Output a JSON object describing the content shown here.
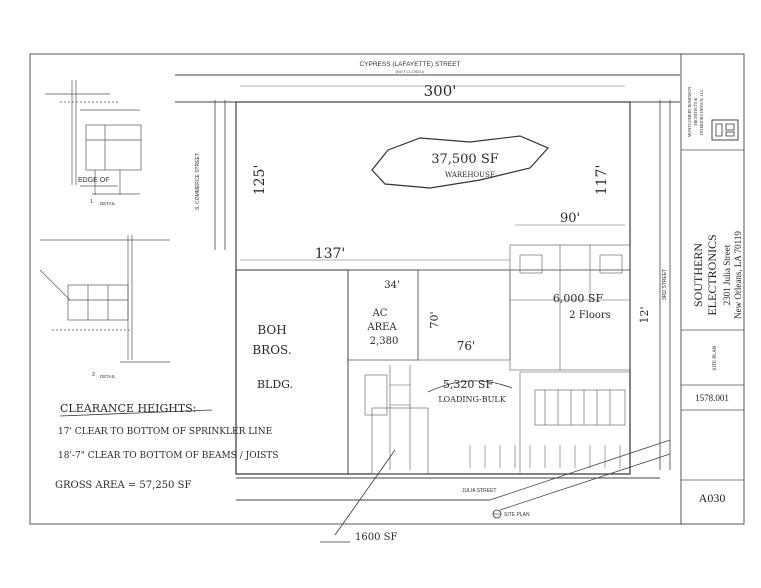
{
  "streets": {
    "north": "CYPRESS (LAFAYETTE) STREET",
    "north_note": "(NOT CLOSED)",
    "west": "S. COMMERCE STREET",
    "south": "JULIA STREET",
    "east": "3RD STREET"
  },
  "dimensions": {
    "north_frontage": "300'",
    "west_depth": "125'",
    "east_depth": "117'",
    "inner_length": "137'",
    "inner_width": "90'",
    "dim_34": "34'",
    "dim_70": "70'",
    "dim_76": "76'",
    "dim_12": "12'"
  },
  "areas": {
    "warehouse_sf": "37,500 SF",
    "warehouse_label": "WAREHOUSE",
    "boh_line1": "BOH",
    "boh_line2": "BROS.",
    "boh_line3": "BLDG.",
    "ac_line1": "AC",
    "ac_line2": "AREA",
    "ac_sf": "2,380",
    "office_sf": "6,000 SF",
    "office_label": "2 Floors",
    "loading_sf": "5,320 SF",
    "loading_label": "LOADING-BULK",
    "bottom_sf": "1600 SF"
  },
  "notes": {
    "clearance_title": "CLEARANCE HEIGHTS:",
    "clearance_1": "17' CLEAR TO BOTTOM OF SPRINKLER LINE",
    "clearance_2": "18'-7\" CLEAR TO BOTTOM OF BEAMS / JOISTS",
    "gross_area": "GROSS AREA = 57,250 SF"
  },
  "details": {
    "edge_of": "EDGE OF",
    "detail_1": "DETAIL",
    "detail_2": "DETAIL",
    "num_1": "1",
    "num_3": "3"
  },
  "site_plan_label": "SITE PLAN",
  "title_block": {
    "firm_line1": "MONTGOMERY ROBINSON",
    "firm_line2": "ARCHITECTS &",
    "firm_line3": "INTERIORS DESIGN, LLC",
    "project_line1": "SOUTHERN",
    "project_line2": "ELECTRONICS",
    "project_line3": "2301 Julia Street",
    "project_line4": "New Orleans, LA 70119",
    "sheet_title": "SITE PLAN",
    "project_number": "1578.001",
    "sheet_number": "A030"
  }
}
